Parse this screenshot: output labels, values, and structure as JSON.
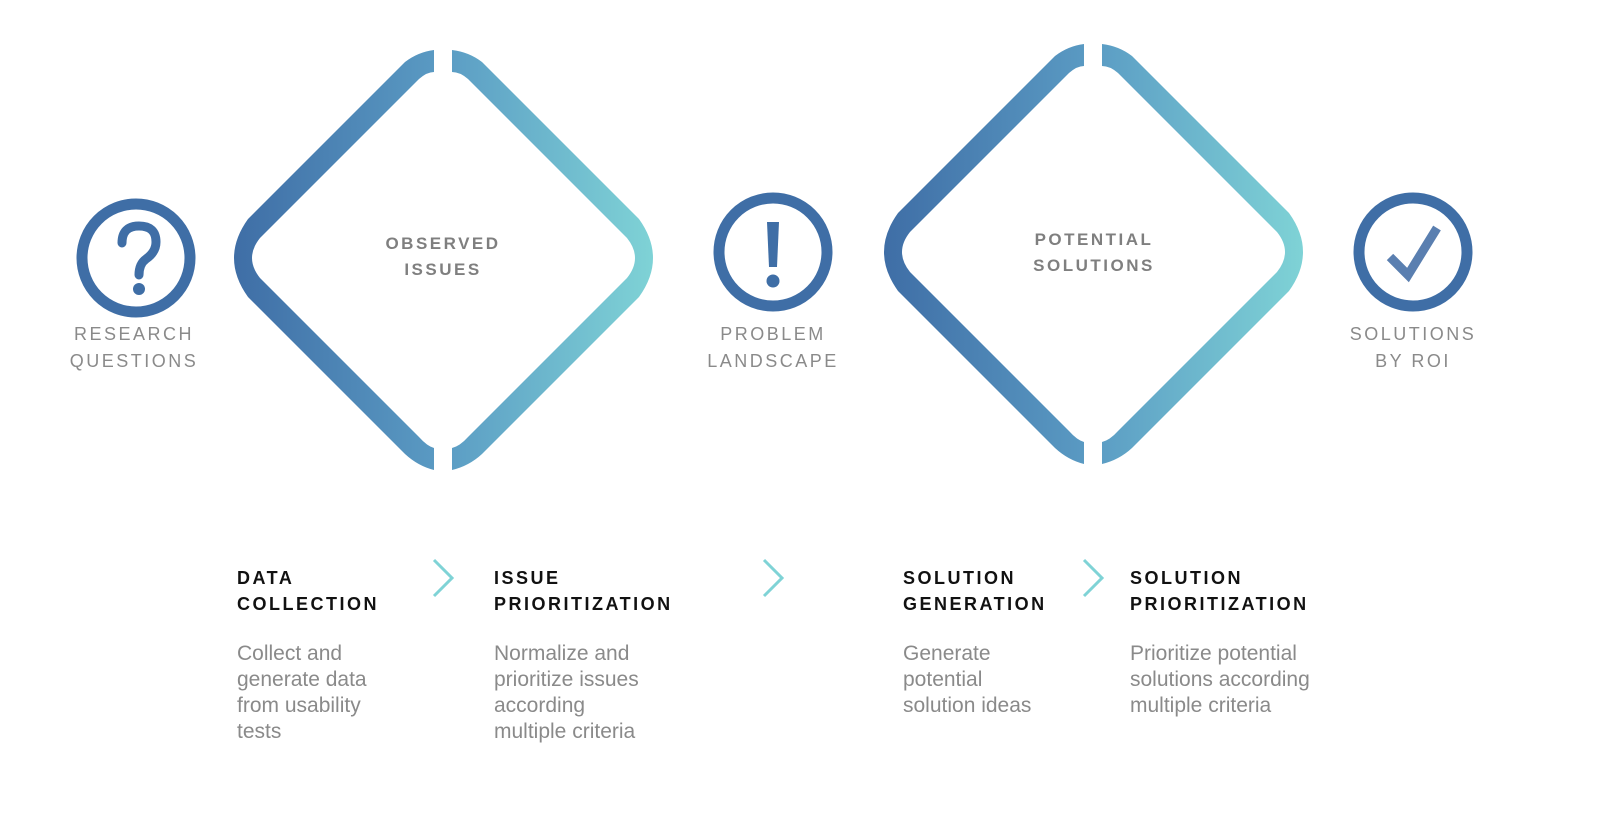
{
  "colors": {
    "dark_blue": "#3f6ea6",
    "mid_blue": "#5d9bc2",
    "light_teal": "#7fd3d6",
    "caption_gray": "#8a8a8a",
    "title_black": "#111111"
  },
  "milestones": [
    {
      "icon": "question-mark-icon",
      "lines": [
        "RESEARCH",
        "QUESTIONS"
      ]
    },
    {
      "icon": "exclamation-icon",
      "lines": [
        "PROBLEM",
        "LANDSCAPE"
      ]
    },
    {
      "icon": "checkmark-icon",
      "lines": [
        "SOLUTIONS",
        "BY ROI"
      ]
    }
  ],
  "diamonds": [
    {
      "lines": [
        "OBSERVED",
        "ISSUES"
      ]
    },
    {
      "lines": [
        "POTENTIAL",
        "SOLUTIONS"
      ]
    }
  ],
  "steps": [
    {
      "title": [
        "DATA",
        "COLLECTION"
      ],
      "desc": [
        "Collect and",
        "generate data",
        "from usability",
        "tests"
      ]
    },
    {
      "title": [
        "ISSUE",
        "PRIORITIZATION"
      ],
      "desc": [
        "Normalize and",
        "prioritize issues",
        "according",
        "multiple criteria"
      ]
    },
    {
      "title": [
        "SOLUTION",
        "GENERATION"
      ],
      "desc": [
        "Generate",
        "potential",
        "solution ideas"
      ]
    },
    {
      "title": [
        "SOLUTION",
        "PRIORITIZATION"
      ],
      "desc": [
        "Prioritize potential",
        "solutions according",
        "multiple criteria"
      ]
    }
  ],
  "arrows": [
    "chevron-right-icon",
    "chevron-right-icon",
    "chevron-right-icon"
  ]
}
